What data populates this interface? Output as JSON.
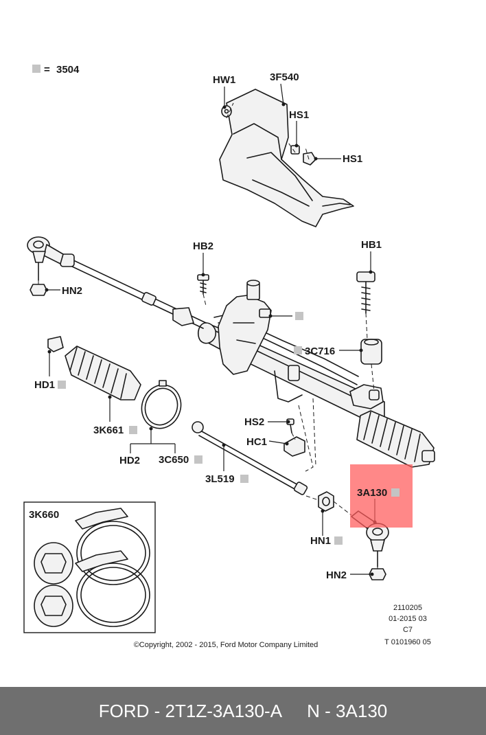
{
  "legend": {
    "symbol_text": "=",
    "value": "3504"
  },
  "callouts": {
    "hw1": "HW1",
    "f540": "3F540",
    "hs1a": "HS1",
    "hs1b": "HS1",
    "hb2": "HB2",
    "hb1": "HB1",
    "hn2_top": "HN2",
    "c716": "3C716",
    "hd1": "HD1",
    "k661": "3K661",
    "hd2": "HD2",
    "c650": "3C650",
    "hs2": "HS2",
    "hc1": "HC1",
    "l519": "3L519",
    "a130": "3A130",
    "hn1": "HN1",
    "hn2_bottom": "HN2",
    "inset_title": "3K660"
  },
  "highlight_color": "#ff5a5a",
  "info": {
    "line1": "2110205",
    "line2": "01-2015 03",
    "line3": "C7",
    "line4": "T 0101960 05"
  },
  "copyright": "©Copyright, 2002 - 2015, Ford Motor Company Limited",
  "footer": {
    "brand_part": "FORD - 2T1Z-3A130-A",
    "ref_part": "N - 3A130"
  }
}
